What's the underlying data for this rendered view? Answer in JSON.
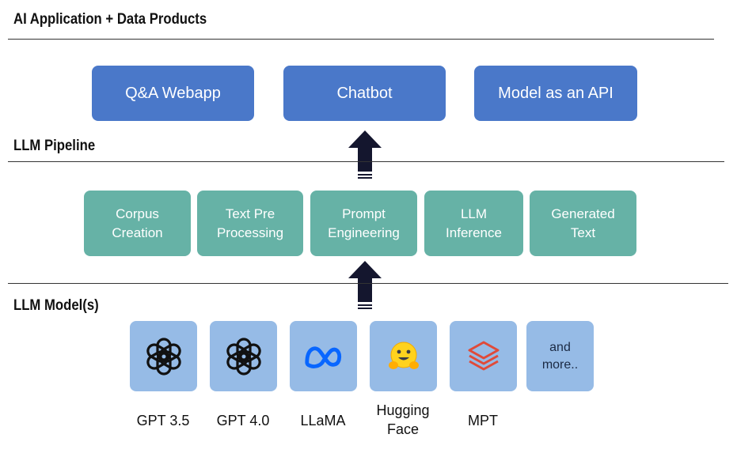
{
  "sections": {
    "products_heading": "AI Application + Data Products",
    "pipeline_heading": "LLM Pipeline",
    "models_heading": "LLM Model(s)"
  },
  "products": [
    {
      "label": "Q&A Webapp"
    },
    {
      "label": "Chatbot"
    },
    {
      "label": "Model as an API"
    }
  ],
  "pipeline": [
    {
      "line1": "Corpus",
      "line2": "Creation"
    },
    {
      "line1": "Text Pre",
      "line2": "Processing"
    },
    {
      "line1": "Prompt",
      "line2": "Engineering"
    },
    {
      "line1": "LLM",
      "line2": "Inference"
    },
    {
      "line1": "Generated",
      "line2": "Text"
    }
  ],
  "models": [
    {
      "icon": "openai-logo-icon",
      "label": "GPT 3.5"
    },
    {
      "icon": "openai-logo-icon",
      "label": "GPT 4.0"
    },
    {
      "icon": "meta-logo-icon",
      "label": "LLaMA"
    },
    {
      "icon": "hugging-face-emoji-icon",
      "label_line1": "Hugging",
      "label_line2": "Face"
    },
    {
      "icon": "databricks-logo-icon",
      "label": "MPT"
    },
    {
      "icon": "none",
      "text_line1": "and",
      "text_line2": "more.."
    }
  ],
  "colors": {
    "product_box": "#4a78c9",
    "pipeline_box": "#66b2a6",
    "model_tile": "#96bbe6",
    "arrow": "#14162e",
    "meta_blue": "#0866ff",
    "databricks_red": "#e04a39",
    "hugging_face_yellow": "#ffd21e"
  }
}
